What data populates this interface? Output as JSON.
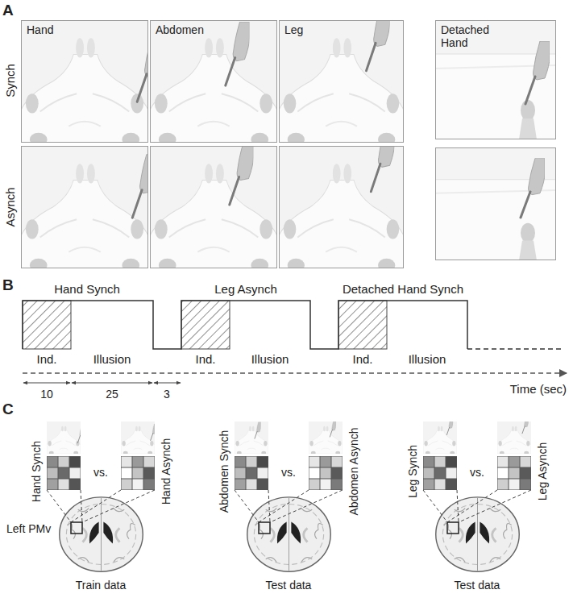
{
  "diagram": {
    "nodes": [
      {
        "text": [
          "Hand"
        ]
      },
      {
        "text": [
          "Abdomen"
        ]
      },
      {
        "text": [
          "Leg"
        ]
      },
      {
        "text": [
          "Detached Hand"
        ]
      }
    ],
    "labels": [
      "A",
      "Synch",
      "Asynch",
      "B",
      "Hand Synch",
      "Leg Asynch",
      "Detached Hand Synch",
      "Ind.",
      "Illusion",
      "Ind.",
      "Illusion",
      "Ind.",
      "Illusion",
      "10",
      "25",
      "3",
      "Time (sec)",
      "C",
      "Hand Synch",
      "Hand Asynch",
      "Abdomen Synch",
      "Abdomen Asynch",
      "Leg Synch",
      "Leg Asynch",
      "vs.",
      "vs.",
      "vs.",
      "Left PMv",
      "Train data",
      "Test data",
      "Test data"
    ]
  }
}
